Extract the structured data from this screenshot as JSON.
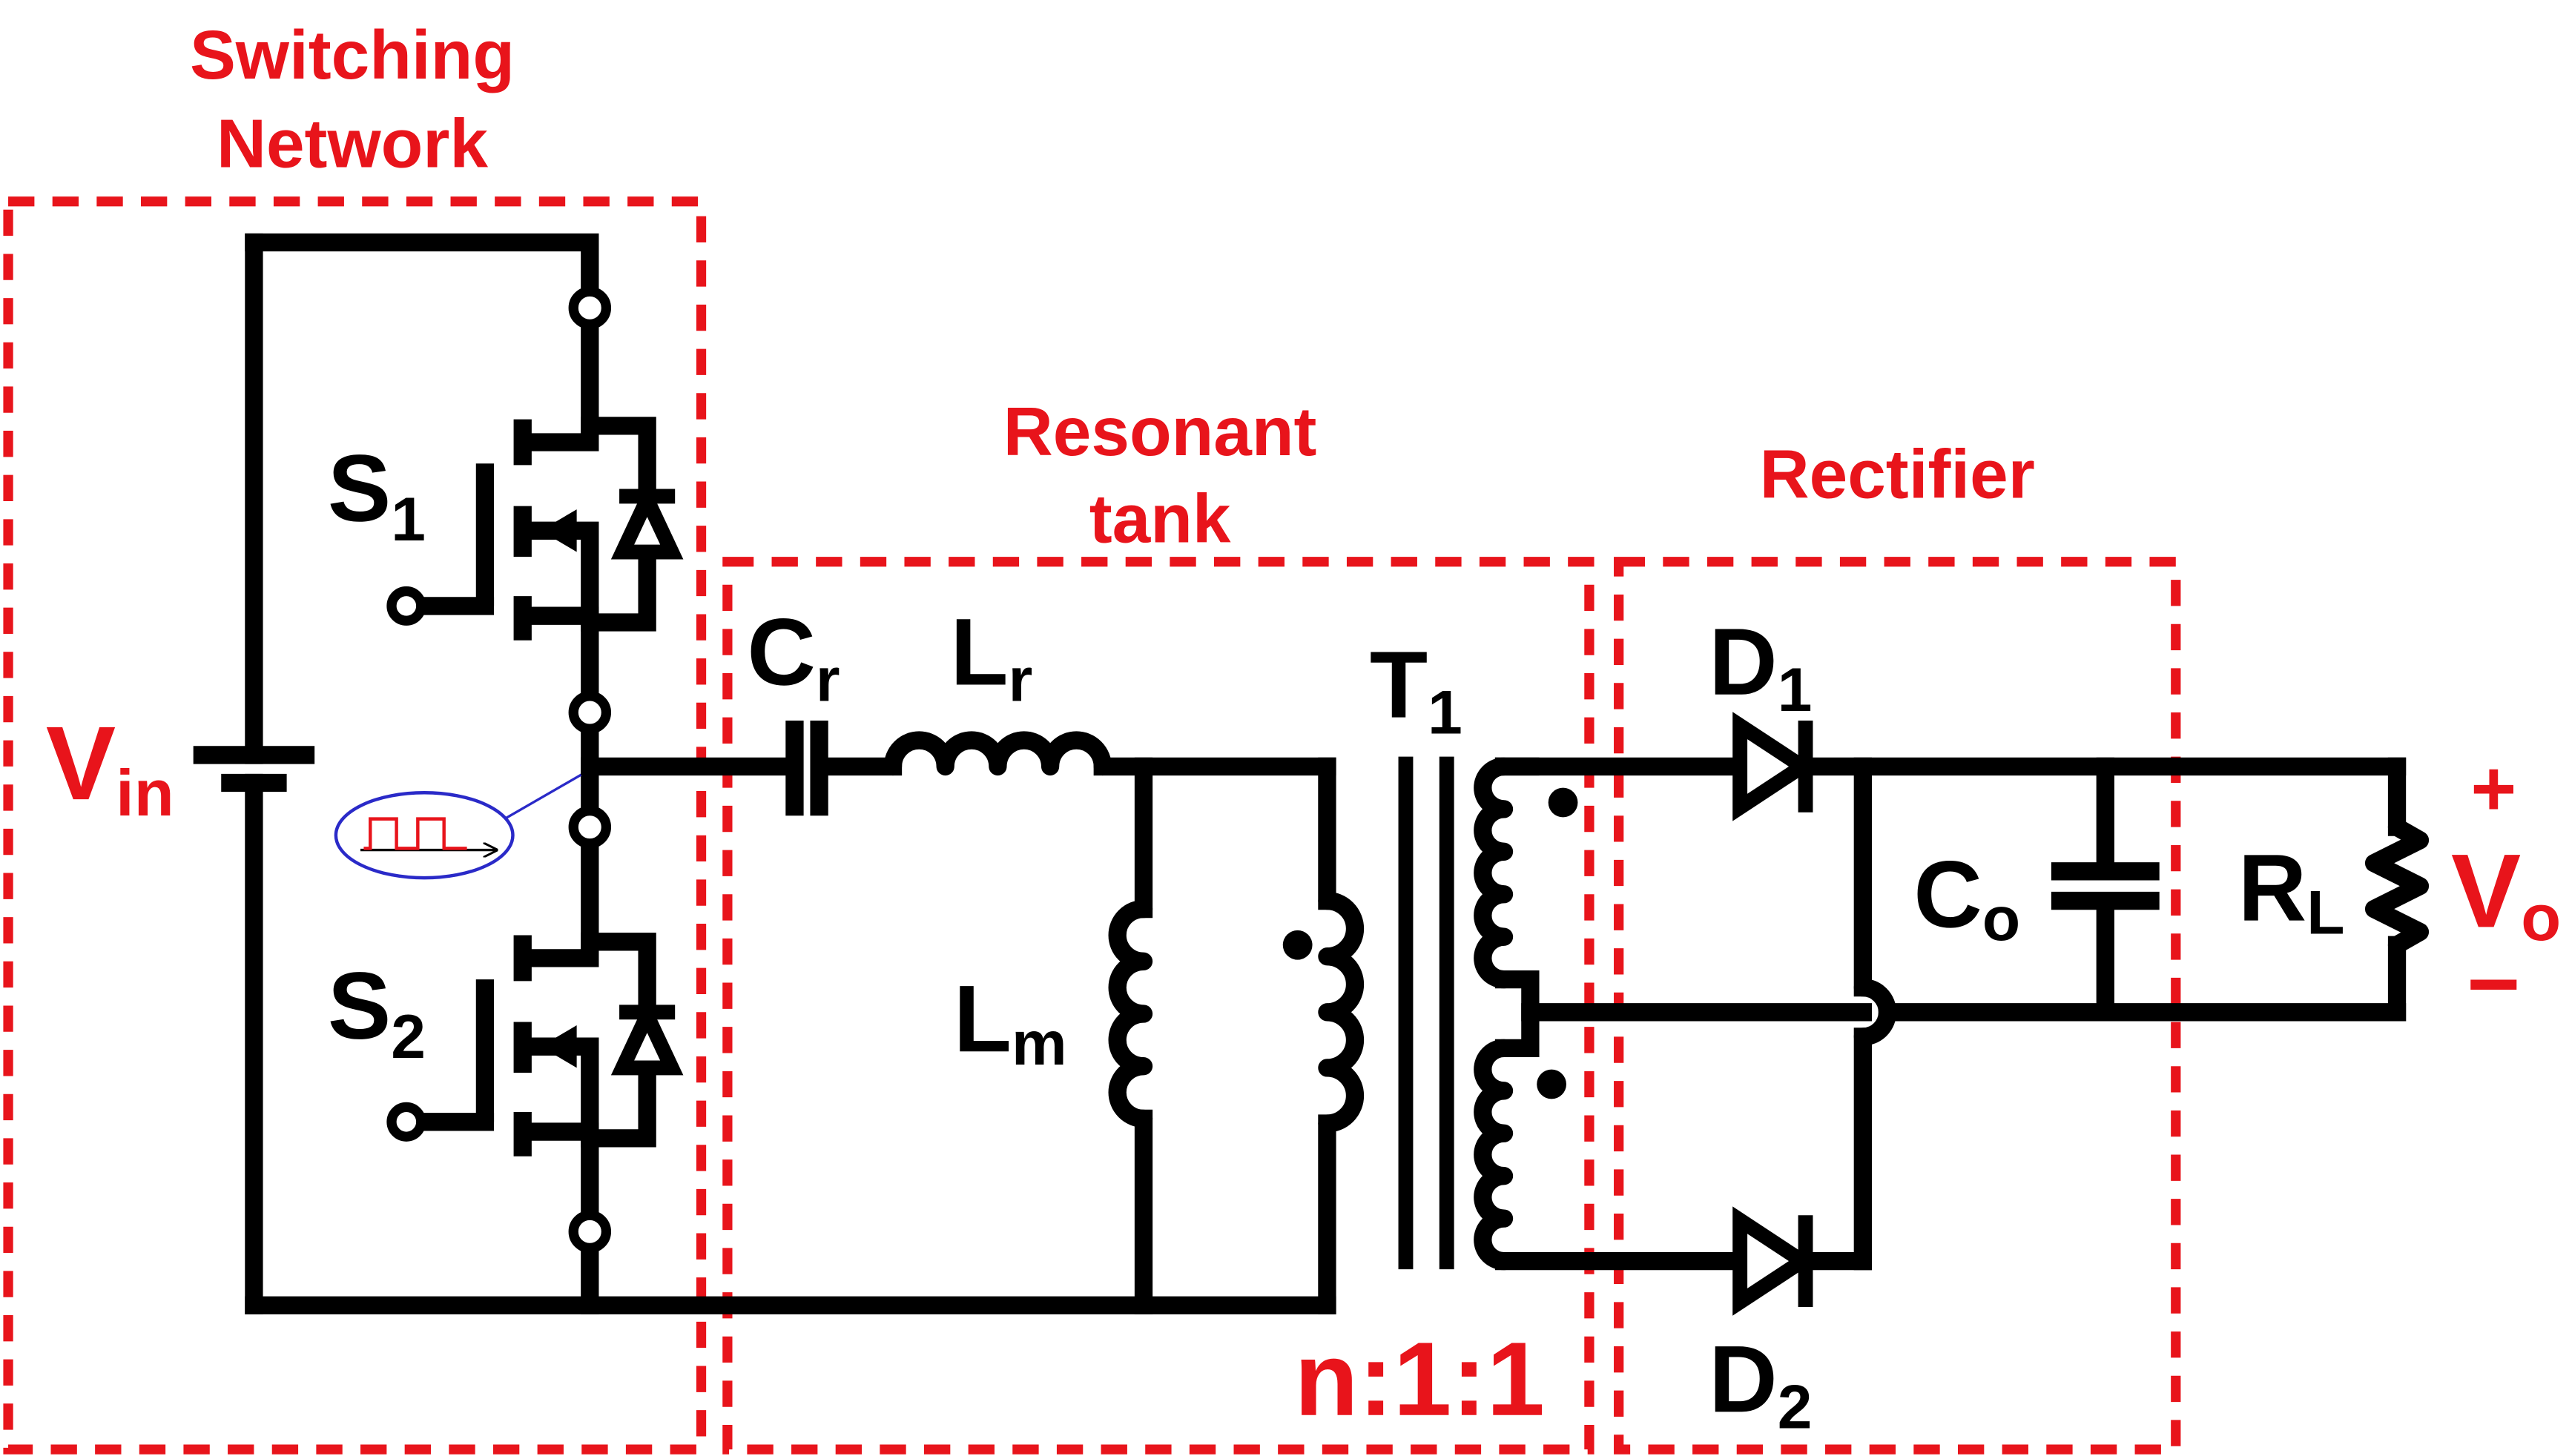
{
  "colors": {
    "accent": "#e8141b",
    "wire": "#000000",
    "callout": "#2a2ac8"
  },
  "sections": {
    "switching_network": [
      "Switching",
      "Network"
    ],
    "resonant_tank": [
      "Resonant",
      "tank"
    ],
    "rectifier": "Rectifier"
  },
  "components": {
    "vin": {
      "main": "V",
      "sub": "in"
    },
    "s1": {
      "main": "S",
      "sub": "1"
    },
    "s2": {
      "main": "S",
      "sub": "2"
    },
    "cr": {
      "main": "C",
      "sub": "r"
    },
    "lr": {
      "main": "L",
      "sub": "r"
    },
    "lm": {
      "main": "L",
      "sub": "m"
    },
    "t1": {
      "main": "T",
      "sub": "1"
    },
    "d1": {
      "main": "D",
      "sub": "1"
    },
    "d2": {
      "main": "D",
      "sub": "2"
    },
    "co": {
      "main": "C",
      "sub": "o"
    },
    "rl": {
      "main": "R",
      "sub": "L"
    },
    "vo": {
      "main": "V",
      "sub": "o"
    }
  },
  "turns_ratio": "n:1:1",
  "polarity": {
    "plus": "+",
    "minus": "−"
  }
}
